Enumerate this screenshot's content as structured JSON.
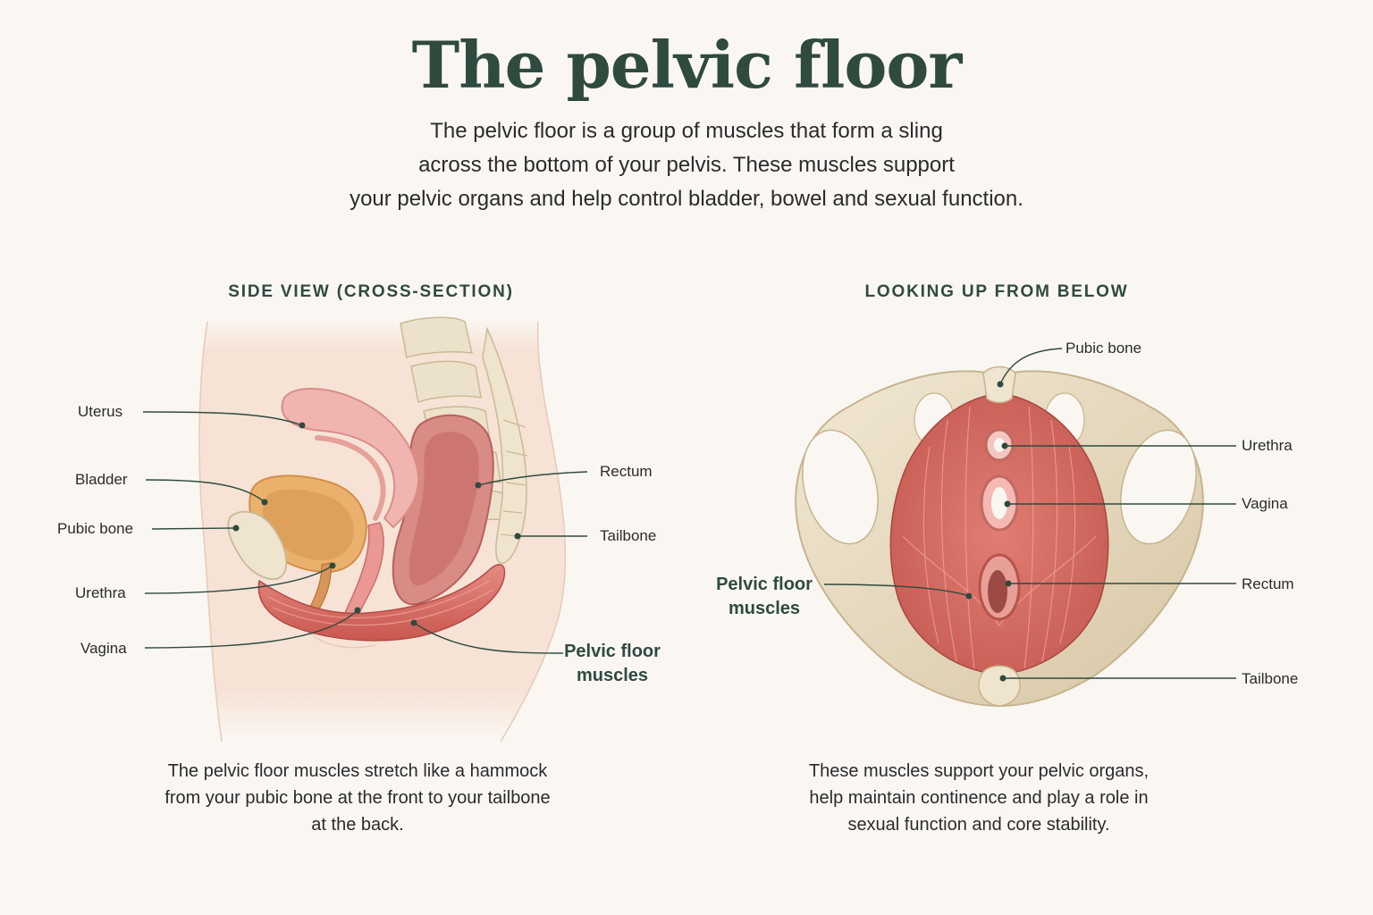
{
  "title": "The pelvic floor",
  "intro": {
    "lines": [
      "The pelvic floor is a group of muscles that form a sling",
      "across the bottom of your pelvis. These muscles support",
      "your pelvic organs and help control bladder, bowel and sexual function."
    ]
  },
  "side_view": {
    "heading": "SIDE VIEW (CROSS-SECTION)",
    "labels": {
      "uterus": "Uterus",
      "bladder": "Bladder",
      "pubic_bone": "Pubic bone",
      "urethra": "Urethra",
      "vagina": "Vagina",
      "rectum": "Rectum",
      "tailbone": "Tailbone",
      "pelvic_floor_line1": "Pelvic floor",
      "pelvic_floor_line2": "muscles"
    },
    "caption": {
      "lines": [
        "The pelvic floor muscles stretch like a hammock",
        "from your pubic bone at the front to your tailbone",
        "at the back."
      ]
    }
  },
  "below_view": {
    "heading": "LOOKING UP FROM BELOW",
    "labels": {
      "pubic_bone": "Pubic bone",
      "urethra": "Urethra",
      "vagina": "Vagina",
      "rectum": "Rectum",
      "tailbone": "Tailbone",
      "pelvic_floor_line1": "Pelvic floor",
      "pelvic_floor_line2": "muscles"
    },
    "caption": {
      "lines": [
        "These muscles support your pelvic organs,",
        "help maintain continence and play a role in",
        "sexual function and core stability."
      ]
    }
  },
  "colors": {
    "heading_green": "#2f4a3f",
    "muscle_red": "#d9736a",
    "bone_beige": "#e8dcc4",
    "bladder_orange": "#e9b26e",
    "uterus_pink": "#f0b2b0",
    "skin": "#f6e3d6"
  }
}
